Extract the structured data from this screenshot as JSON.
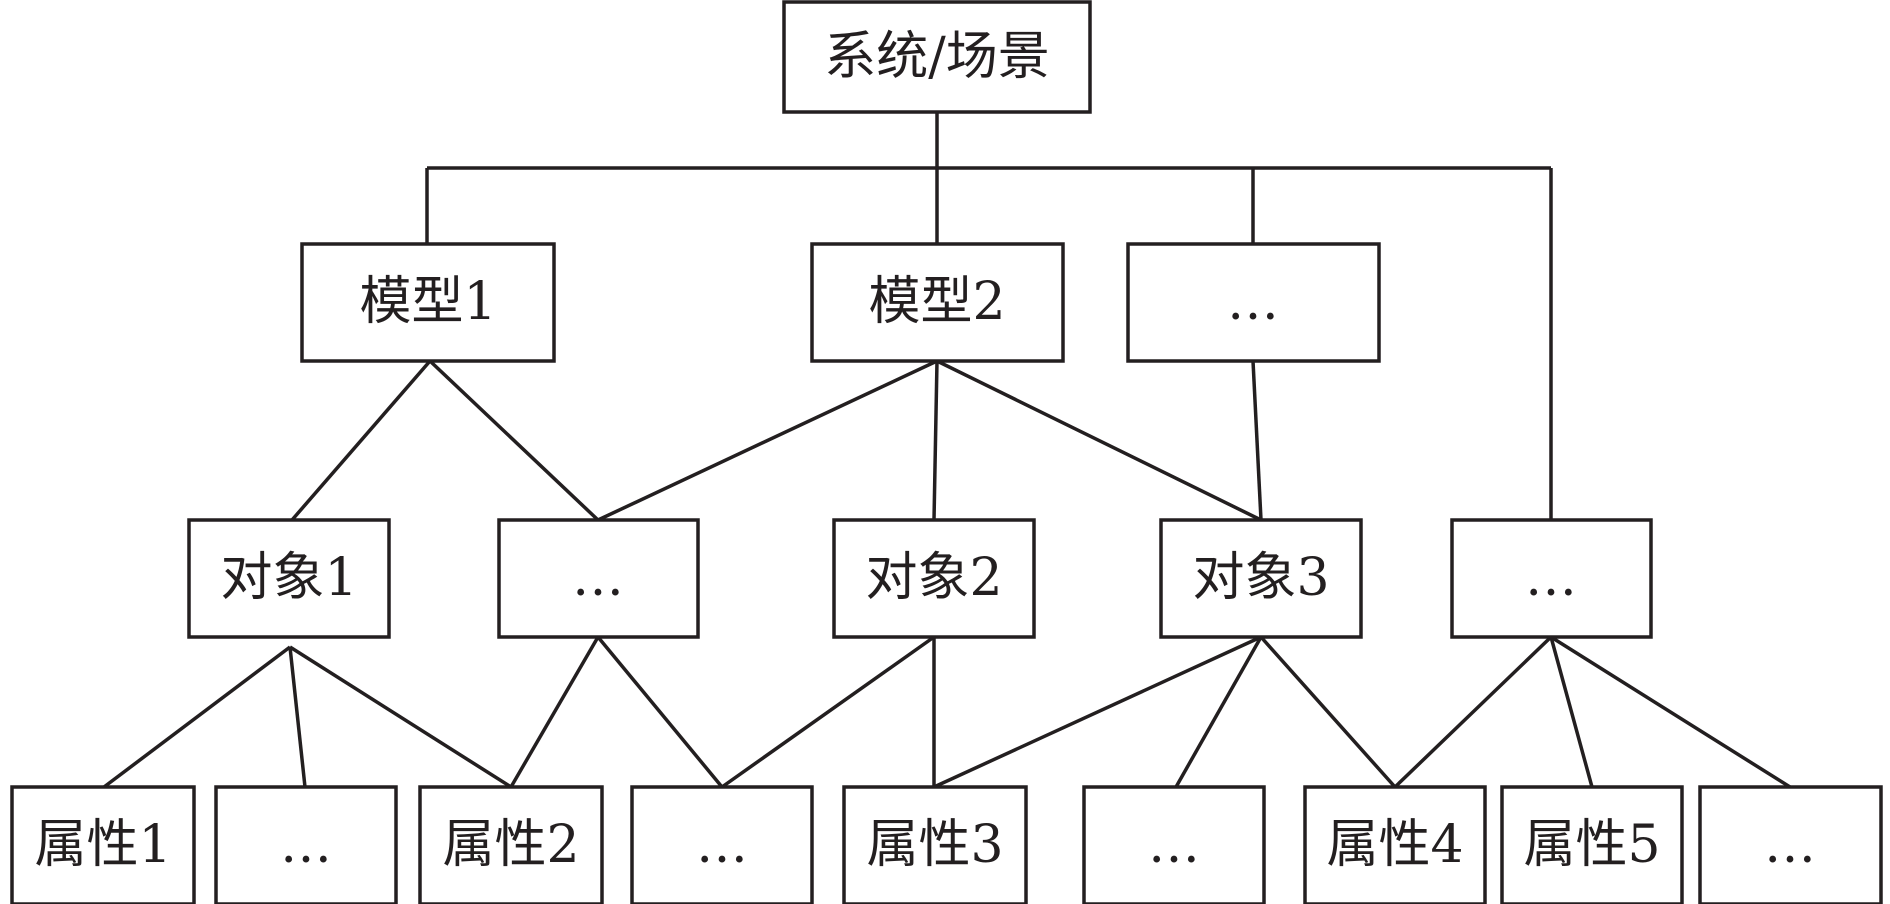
{
  "root": {
    "label": "系统/场景"
  },
  "models": [
    {
      "label": "模型1"
    },
    {
      "label": "模型2"
    },
    {
      "label": "…"
    }
  ],
  "objects": [
    {
      "label": "对象1"
    },
    {
      "label": "…"
    },
    {
      "label": "对象2"
    },
    {
      "label": "对象3"
    },
    {
      "label": "…"
    }
  ],
  "attributes": [
    {
      "label": "属性1"
    },
    {
      "label": "…"
    },
    {
      "label": "属性2"
    },
    {
      "label": "…"
    },
    {
      "label": "属性3"
    },
    {
      "label": "…"
    },
    {
      "label": "属性4"
    },
    {
      "label": "属性5"
    },
    {
      "label": "…"
    }
  ]
}
